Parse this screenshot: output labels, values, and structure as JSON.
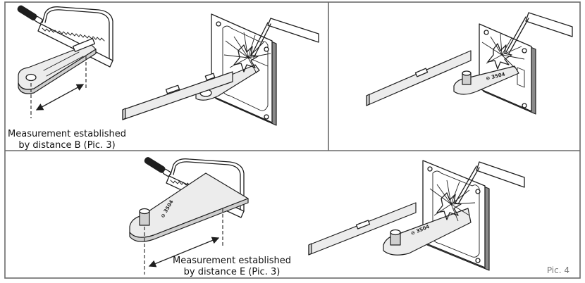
{
  "captions": {
    "top_left_line1": "Measurement established",
    "top_left_line2": "by distance B (Pic. 3)",
    "bottom_line1": "Measurement established",
    "bottom_line2": "by distance E (Pic. 3)"
  },
  "pic_label": "Pic. 4",
  "part_marking": "⊖ 3504"
}
